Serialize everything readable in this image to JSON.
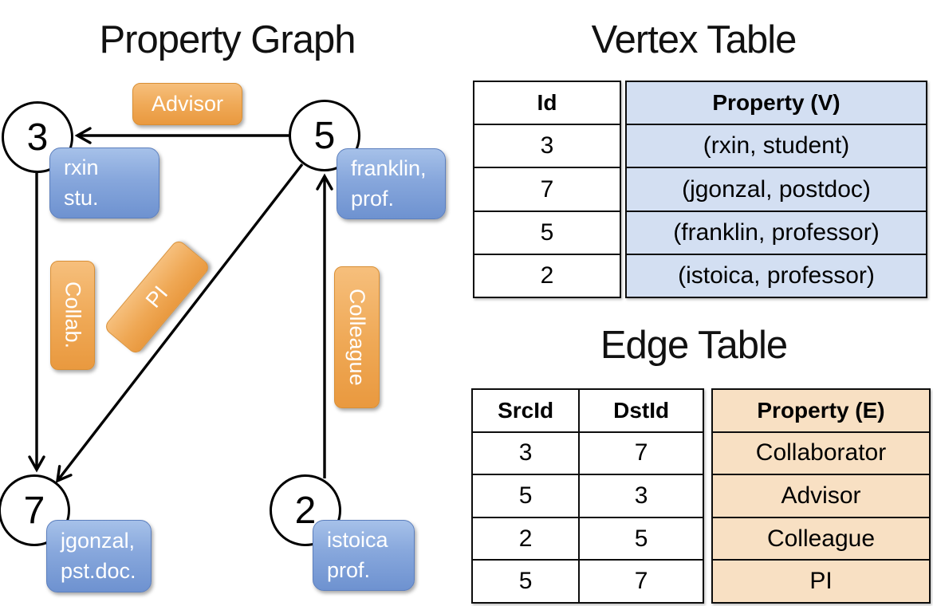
{
  "graph": {
    "title": "Property Graph",
    "nodes": [
      {
        "id": "3",
        "label_line1": "rxin",
        "label_line2": "stu."
      },
      {
        "id": "5",
        "label_line1": "franklin,",
        "label_line2": "prof."
      },
      {
        "id": "7",
        "label_line1": "jgonzal,",
        "label_line2": "pst.doc."
      },
      {
        "id": "2",
        "label_line1": "istoica",
        "label_line2": "prof."
      }
    ],
    "edge_labels": {
      "advisor": "Advisor",
      "collab": "Collab.",
      "pi": "PI",
      "colleague": "Colleague"
    }
  },
  "vertex_table": {
    "title": "Vertex Table",
    "columns": {
      "id": "Id",
      "property": "Property (V)"
    },
    "rows": [
      {
        "id": "3",
        "property": "(rxin, student)"
      },
      {
        "id": "7",
        "property": "(jgonzal, postdoc)"
      },
      {
        "id": "5",
        "property": "(franklin, professor)"
      },
      {
        "id": "2",
        "property": "(istoica, professor)"
      }
    ]
  },
  "edge_table": {
    "title": "Edge Table",
    "columns": {
      "src": "SrcId",
      "dst": "DstId",
      "property": "Property (E)"
    },
    "rows": [
      {
        "src": "3",
        "dst": "7",
        "property": "Collaborator"
      },
      {
        "src": "5",
        "dst": "3",
        "property": "Advisor"
      },
      {
        "src": "2",
        "dst": "5",
        "property": "Colleague"
      },
      {
        "src": "5",
        "dst": "7",
        "property": "PI"
      }
    ]
  },
  "colors": {
    "node_label_blue": "#7b9cd6",
    "edge_label_orange": "#efa855",
    "vertex_cell_blue": "#d3dff2",
    "edge_cell_peach": "#f8e0c3",
    "line_black": "#000000"
  }
}
